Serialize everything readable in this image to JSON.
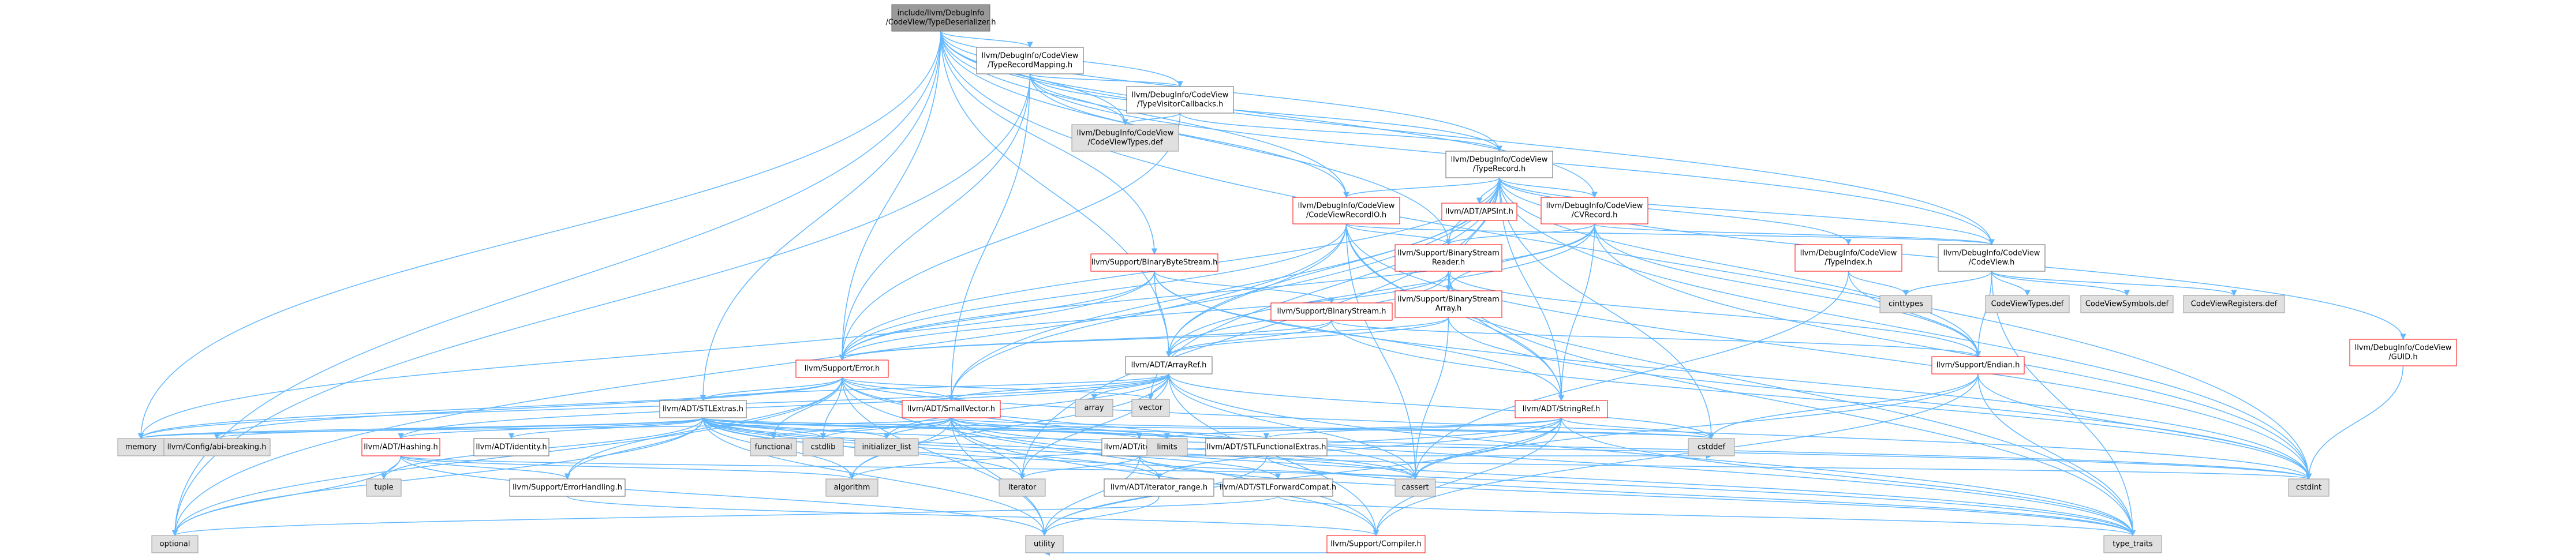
{
  "colors": {
    "root_fill": "#999999",
    "normal_fill": "#ffffff",
    "normal_stroke": "#666666",
    "red_stroke": "#ff0000",
    "system_fill": "#e0e0e0",
    "system_stroke": "#999999",
    "edge": "#63b8ff",
    "text": "#000000"
  },
  "nodes": [
    {
      "id": "root",
      "lines": [
        "include/llvm/DebugInfo",
        "/CodeView/TypeDeserializer.h"
      ],
      "kind": "root"
    },
    {
      "id": "trm",
      "lines": [
        "llvm/DebugInfo/CodeView",
        "/TypeRecordMapping.h"
      ],
      "kind": "normal"
    },
    {
      "id": "tvc",
      "lines": [
        "llvm/DebugInfo/CodeView",
        "/TypeVisitorCallbacks.h"
      ],
      "kind": "normal"
    },
    {
      "id": "cvtypes",
      "lines": [
        "llvm/DebugInfo/CodeView",
        "/CodeViewTypes.def"
      ],
      "kind": "system"
    },
    {
      "id": "tr",
      "lines": [
        "llvm/DebugInfo/CodeView",
        "/TypeRecord.h"
      ],
      "kind": "normal"
    },
    {
      "id": "cvrio",
      "lines": [
        "llvm/DebugInfo/CodeView",
        "/CodeViewRecordIO.h"
      ],
      "kind": "red"
    },
    {
      "id": "apsint",
      "lines": [
        "llvm/ADT/APSInt.h"
      ],
      "kind": "red"
    },
    {
      "id": "cvrecord",
      "lines": [
        "llvm/DebugInfo/CodeView",
        "/CVRecord.h"
      ],
      "kind": "red"
    },
    {
      "id": "cv",
      "lines": [
        "llvm/DebugInfo/CodeView",
        "/CodeView.h"
      ],
      "kind": "normal"
    },
    {
      "id": "typeindex",
      "lines": [
        "llvm/DebugInfo/CodeView",
        "/TypeIndex.h"
      ],
      "kind": "red"
    },
    {
      "id": "guid",
      "lines": [
        "llvm/DebugInfo/CodeView",
        "/GUID.h"
      ],
      "kind": "red"
    },
    {
      "id": "bbs",
      "lines": [
        "llvm/Support/BinaryByteStream.h"
      ],
      "kind": "red"
    },
    {
      "id": "bsr",
      "lines": [
        "llvm/Support/BinaryStream",
        "Reader.h"
      ],
      "kind": "red"
    },
    {
      "id": "bs",
      "lines": [
        "llvm/Support/BinaryStream.h"
      ],
      "kind": "red"
    },
    {
      "id": "bsa",
      "lines": [
        "llvm/Support/BinaryStream",
        "Array.h"
      ],
      "kind": "red"
    },
    {
      "id": "error",
      "lines": [
        "llvm/Support/Error.h"
      ],
      "kind": "red"
    },
    {
      "id": "arrayref",
      "lines": [
        "llvm/ADT/ArrayRef.h"
      ],
      "kind": "normal"
    },
    {
      "id": "endian",
      "lines": [
        "llvm/Support/Endian.h"
      ],
      "kind": "red"
    },
    {
      "id": "stlextras",
      "lines": [
        "llvm/ADT/STLExtras.h"
      ],
      "kind": "normal"
    },
    {
      "id": "smallvector",
      "lines": [
        "llvm/ADT/SmallVector.h"
      ],
      "kind": "red"
    },
    {
      "id": "stringref",
      "lines": [
        "llvm/ADT/StringRef.h"
      ],
      "kind": "red"
    },
    {
      "id": "hashing",
      "lines": [
        "llvm/ADT/Hashing.h"
      ],
      "kind": "red"
    },
    {
      "id": "identity",
      "lines": [
        "llvm/ADT/identity.h"
      ],
      "kind": "normal"
    },
    {
      "id": "iterator",
      "lines": [
        "llvm/ADT/iterator.h"
      ],
      "kind": "normal"
    },
    {
      "id": "stlfuncext",
      "lines": [
        "llvm/ADT/STLFunctionalExtras.h"
      ],
      "kind": "normal"
    },
    {
      "id": "iterrange",
      "lines": [
        "llvm/ADT/iterator_range.h"
      ],
      "kind": "normal"
    },
    {
      "id": "stlfwd",
      "lines": [
        "llvm/ADT/STLForwardCompat.h"
      ],
      "kind": "normal"
    },
    {
      "id": "errhandling",
      "lines": [
        "llvm/Support/ErrorHandling.h"
      ],
      "kind": "normal"
    },
    {
      "id": "compiler",
      "lines": [
        "llvm/Support/Compiler.h"
      ],
      "kind": "red"
    },
    {
      "id": "configbreak",
      "lines": [
        "llvm/Config/abi-breaking.h"
      ],
      "kind": "system"
    },
    {
      "id": "memory",
      "lines": [
        "memory"
      ],
      "kind": "system"
    },
    {
      "id": "functional",
      "lines": [
        "functional"
      ],
      "kind": "system"
    },
    {
      "id": "cstdlib",
      "lines": [
        "cstdlib"
      ],
      "kind": "system"
    },
    {
      "id": "initlist",
      "lines": [
        "initializer_list"
      ],
      "kind": "system"
    },
    {
      "id": "limits",
      "lines": [
        "limits"
      ],
      "kind": "system"
    },
    {
      "id": "array",
      "lines": [
        "array"
      ],
      "kind": "system"
    },
    {
      "id": "vector",
      "lines": [
        "vector"
      ],
      "kind": "system"
    },
    {
      "id": "cinttypes",
      "lines": [
        "cinttypes"
      ],
      "kind": "system"
    },
    {
      "id": "cvtypesdef2",
      "lines": [
        "CodeViewTypes.def"
      ],
      "kind": "system"
    },
    {
      "id": "cvsymbols",
      "lines": [
        "CodeViewSymbols.def"
      ],
      "kind": "system"
    },
    {
      "id": "cvregisters",
      "lines": [
        "CodeViewRegisters.def"
      ],
      "kind": "system"
    },
    {
      "id": "tuple",
      "lines": [
        "tuple"
      ],
      "kind": "system"
    },
    {
      "id": "optional",
      "lines": [
        "optional"
      ],
      "kind": "system"
    },
    {
      "id": "algorithm",
      "lines": [
        "algorithm"
      ],
      "kind": "system"
    },
    {
      "id": "iteratorstd",
      "lines": [
        "iterator"
      ],
      "kind": "system"
    },
    {
      "id": "cassert",
      "lines": [
        "cassert"
      ],
      "kind": "system"
    },
    {
      "id": "cstddef",
      "lines": [
        "cstddef"
      ],
      "kind": "system"
    },
    {
      "id": "cstdint",
      "lines": [
        "cstdint"
      ],
      "kind": "system"
    },
    {
      "id": "utility",
      "lines": [
        "utility"
      ],
      "kind": "system"
    },
    {
      "id": "typetraits",
      "lines": [
        "type_traits"
      ],
      "kind": "system"
    }
  ],
  "edges": [
    [
      "root",
      "trm"
    ],
    [
      "root",
      "tvc"
    ],
    [
      "root",
      "cvtypes"
    ],
    [
      "root",
      "tr"
    ],
    [
      "root",
      "cvrecord"
    ],
    [
      "root",
      "cv"
    ],
    [
      "root",
      "bbs"
    ],
    [
      "root",
      "bsr"
    ],
    [
      "root",
      "error"
    ],
    [
      "root",
      "arrayref"
    ],
    [
      "root",
      "stlextras"
    ],
    [
      "root",
      "memory"
    ],
    [
      "root",
      "cstdint"
    ],
    [
      "root",
      "optional"
    ],
    [
      "root",
      "cvrio"
    ],
    [
      "trm",
      "tvc"
    ],
    [
      "trm",
      "cvtypes"
    ],
    [
      "trm",
      "tr"
    ],
    [
      "trm",
      "cvrio"
    ],
    [
      "trm",
      "cv"
    ],
    [
      "trm",
      "error"
    ],
    [
      "trm",
      "optional"
    ],
    [
      "trm",
      "smallvector"
    ],
    [
      "tvc",
      "cvtypes"
    ],
    [
      "tvc",
      "tr"
    ],
    [
      "tvc",
      "error"
    ],
    [
      "tr",
      "apsint"
    ],
    [
      "tr",
      "cvrecord"
    ],
    [
      "tr",
      "cv"
    ],
    [
      "tr",
      "typeindex"
    ],
    [
      "tr",
      "guid"
    ],
    [
      "tr",
      "bsa"
    ],
    [
      "tr",
      "endian"
    ],
    [
      "tr",
      "arrayref"
    ],
    [
      "tr",
      "stringref"
    ],
    [
      "tr",
      "smallvector"
    ],
    [
      "tr",
      "error"
    ],
    [
      "tr",
      "optional"
    ],
    [
      "tr",
      "cstdint"
    ],
    [
      "tr",
      "vector"
    ],
    [
      "tr",
      "cvrio"
    ],
    [
      "tr",
      "iteratorstd"
    ],
    [
      "tr",
      "cstddef"
    ],
    [
      "tr",
      "bsr"
    ],
    [
      "cvrio",
      "bsr"
    ],
    [
      "cvrio",
      "cv"
    ],
    [
      "cvrio",
      "arrayref"
    ],
    [
      "cvrio",
      "error"
    ],
    [
      "cvrio",
      "stringref"
    ],
    [
      "cvrio",
      "smallvector"
    ],
    [
      "cvrio",
      "cassert"
    ],
    [
      "cvrio",
      "cstdint"
    ],
    [
      "cvrio",
      "typetraits"
    ],
    [
      "cvrecord",
      "cv"
    ],
    [
      "cvrecord",
      "bsr"
    ],
    [
      "cvrecord",
      "bsa"
    ],
    [
      "cvrecord",
      "error"
    ],
    [
      "cvrecord",
      "endian"
    ],
    [
      "cvrecord",
      "stringref"
    ],
    [
      "cvrecord",
      "cstdint"
    ],
    [
      "cvrecord",
      "arrayref"
    ],
    [
      "cv",
      "cinttypes"
    ],
    [
      "cv",
      "cvtypesdef2"
    ],
    [
      "cv",
      "cvsymbols"
    ],
    [
      "cv",
      "cvregisters"
    ],
    [
      "cv",
      "endian"
    ],
    [
      "cv",
      "typetraits"
    ],
    [
      "typeindex",
      "endian"
    ],
    [
      "typeindex",
      "cinttypes"
    ],
    [
      "typeindex",
      "cassert"
    ],
    [
      "guid",
      "cstdint"
    ],
    [
      "bbs",
      "arrayref"
    ],
    [
      "bbs",
      "bs"
    ],
    [
      "bbs",
      "error"
    ],
    [
      "bbs",
      "stringref"
    ],
    [
      "bbs",
      "memory"
    ],
    [
      "bbs",
      "cstdint"
    ],
    [
      "bbs",
      "cstring"
    ],
    [
      "bsr",
      "bsa"
    ],
    [
      "bsr",
      "arrayref"
    ],
    [
      "bsr",
      "endian"
    ],
    [
      "bsr",
      "error"
    ],
    [
      "bsr",
      "stringref"
    ],
    [
      "bsr",
      "typetraits"
    ],
    [
      "bs",
      "error"
    ],
    [
      "bs",
      "endian"
    ],
    [
      "bs",
      "arrayref"
    ],
    [
      "bs",
      "cstdint"
    ],
    [
      "bsa",
      "arrayref"
    ],
    [
      "bsa",
      "error"
    ],
    [
      "bsa",
      "cassert"
    ],
    [
      "bsa",
      "cstdint"
    ],
    [
      "error",
      "configbreak"
    ],
    [
      "error",
      "stlextras"
    ],
    [
      "error",
      "smallvector"
    ],
    [
      "error",
      "errhandling"
    ],
    [
      "error",
      "compiler"
    ],
    [
      "error",
      "memory"
    ],
    [
      "error",
      "functional"
    ],
    [
      "error",
      "cassert"
    ],
    [
      "error",
      "cstdlib"
    ],
    [
      "error",
      "optional"
    ],
    [
      "error",
      "utility"
    ],
    [
      "error",
      "vector"
    ],
    [
      "error",
      "typetraits"
    ],
    [
      "error",
      "cstdint"
    ],
    [
      "arrayref",
      "hashing"
    ],
    [
      "arrayref",
      "smallvector"
    ],
    [
      "arrayref",
      "stlextras"
    ],
    [
      "arrayref",
      "compiler"
    ],
    [
      "arrayref",
      "algorithm"
    ],
    [
      "arrayref",
      "array"
    ],
    [
      "arrayref",
      "cassert"
    ],
    [
      "arrayref",
      "cstddef"
    ],
    [
      "arrayref",
      "initlist"
    ],
    [
      "arrayref",
      "iteratorstd"
    ],
    [
      "arrayref",
      "memory"
    ],
    [
      "arrayref",
      "typetraits"
    ],
    [
      "arrayref",
      "vector"
    ],
    [
      "endian",
      "compiler"
    ],
    [
      "endian",
      "cassert"
    ],
    [
      "endian",
      "cstddef"
    ],
    [
      "endian",
      "cstdint"
    ],
    [
      "endian",
      "typetraits"
    ],
    [
      "stlextras",
      "hashing"
    ],
    [
      "stlextras",
      "identity"
    ],
    [
      "stlextras",
      "iterator"
    ],
    [
      "stlextras",
      "iterrange"
    ],
    [
      "stlextras",
      "stlfwd"
    ],
    [
      "stlextras",
      "stlfuncext"
    ],
    [
      "stlextras",
      "errhandling"
    ],
    [
      "stlextras",
      "configbreak"
    ],
    [
      "stlextras",
      "algorithm"
    ],
    [
      "stlextras",
      "cassert"
    ],
    [
      "stlextras",
      "cstddef"
    ],
    [
      "stlextras",
      "cstdint"
    ],
    [
      "stlextras",
      "cstdlib"
    ],
    [
      "stlextras",
      "functional"
    ],
    [
      "stlextras",
      "initlist"
    ],
    [
      "stlextras",
      "iteratorstd"
    ],
    [
      "stlextras",
      "limits"
    ],
    [
      "stlextras",
      "memory"
    ],
    [
      "stlextras",
      "optional"
    ],
    [
      "stlextras",
      "tuple"
    ],
    [
      "stlextras",
      "typetraits"
    ],
    [
      "stlextras",
      "utility"
    ],
    [
      "smallvector",
      "compiler"
    ],
    [
      "smallvector",
      "algorithm"
    ],
    [
      "smallvector",
      "cassert"
    ],
    [
      "smallvector",
      "cstddef"
    ],
    [
      "smallvector",
      "cstdlib"
    ],
    [
      "smallvector",
      "cstdint"
    ],
    [
      "smallvector",
      "functional"
    ],
    [
      "smallvector",
      "initlist"
    ],
    [
      "smallvector",
      "iteratorstd"
    ],
    [
      "smallvector",
      "limits"
    ],
    [
      "smallvector",
      "memory"
    ],
    [
      "smallvector",
      "typetraits"
    ],
    [
      "smallvector",
      "utility"
    ],
    [
      "stringref",
      "stlfuncext"
    ],
    [
      "stringref",
      "iterrange"
    ],
    [
      "stringref",
      "compiler"
    ],
    [
      "stringref",
      "algorithm"
    ],
    [
      "stringref",
      "cassert"
    ],
    [
      "stringref",
      "cstddef"
    ],
    [
      "stringref",
      "cstring"
    ],
    [
      "stringref",
      "limits"
    ],
    [
      "stringref",
      "typetraits"
    ],
    [
      "stringref",
      "utility"
    ],
    [
      "hashing",
      "errhandling"
    ],
    [
      "hashing",
      "algorithm"
    ],
    [
      "hashing",
      "cassert"
    ],
    [
      "hashing",
      "cstring"
    ],
    [
      "hashing",
      "optional"
    ],
    [
      "hashing",
      "tuple"
    ],
    [
      "hashing",
      "utility"
    ],
    [
      "iterator",
      "iterrange"
    ],
    [
      "iterator",
      "cstddef"
    ],
    [
      "iterator",
      "iteratorstd"
    ],
    [
      "iterator",
      "typetraits"
    ],
    [
      "iterator",
      "utility"
    ],
    [
      "stlfuncext",
      "cstdint"
    ],
    [
      "stlfuncext",
      "typetraits"
    ],
    [
      "stlfuncext",
      "utility"
    ],
    [
      "iterrange",
      "utility"
    ],
    [
      "stlfwd",
      "optional"
    ],
    [
      "stlfwd",
      "typetraits"
    ],
    [
      "errhandling",
      "compiler"
    ],
    [
      "compiler",
      "utility"
    ]
  ]
}
